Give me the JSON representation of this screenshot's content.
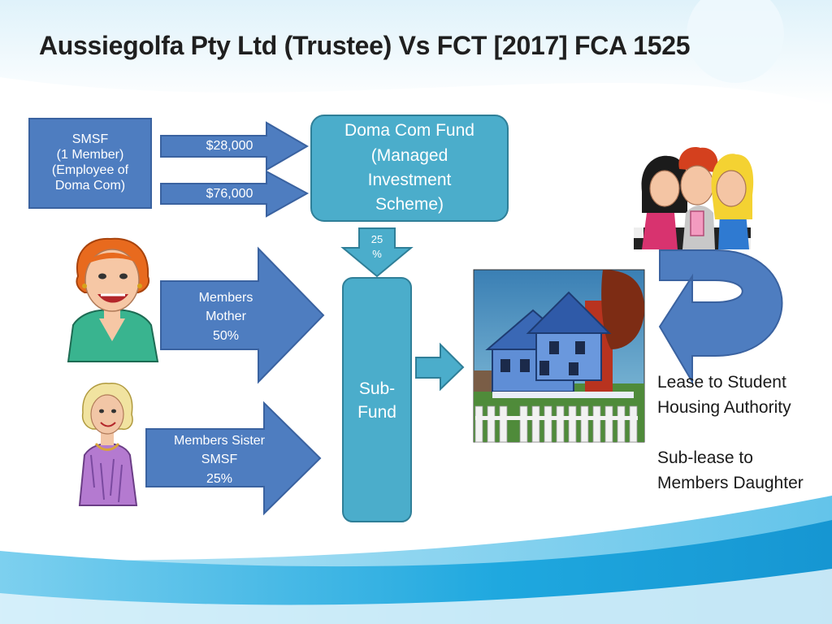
{
  "slide": {
    "title": "Aussiegolfa Pty Ltd (Trustee) Vs FCT [2017] FCA 1525"
  },
  "nodes": {
    "smsf": {
      "line1": "SMSF",
      "line2": "(1 Member)",
      "line3": "(Employee of",
      "line4": "Doma Com)"
    },
    "contribution_1": "$28,000",
    "contribution_2": "$76,000",
    "doma_fund": {
      "line1": "Doma Com Fund",
      "line2": "(Managed",
      "line3": "Investment",
      "line4": "Scheme)"
    },
    "fund_share": {
      "line1": "25",
      "line2": "%"
    },
    "mother": {
      "line1": "Members",
      "line2": "Mother",
      "line3": "50%"
    },
    "sister": {
      "line1": "Members Sister",
      "line2": "SMSF",
      "line3": "25%"
    },
    "sub_fund": {
      "line1": "Sub-",
      "line2": "Fund"
    }
  },
  "lease_note": {
    "line1": "Lease to Student",
    "line2": "Housing Authority",
    "line3": "Sub-lease to",
    "line4": "Members Daughter"
  },
  "illustrations": {
    "mother_portrait": "red-haired-woman-cartoon",
    "sister_portrait": "blonde-woman-cartoon",
    "students_group": "three-teenagers-cartoon",
    "house": "blue-house-cartoon"
  },
  "colors": {
    "shape_fill": "#4e7dc0",
    "shape_stroke": "#3a62a0",
    "teal_fill": "#4badcb",
    "teal_stroke": "#2f7f98",
    "background_wave": "#29aee2",
    "title_text": "#1f1f1f"
  }
}
